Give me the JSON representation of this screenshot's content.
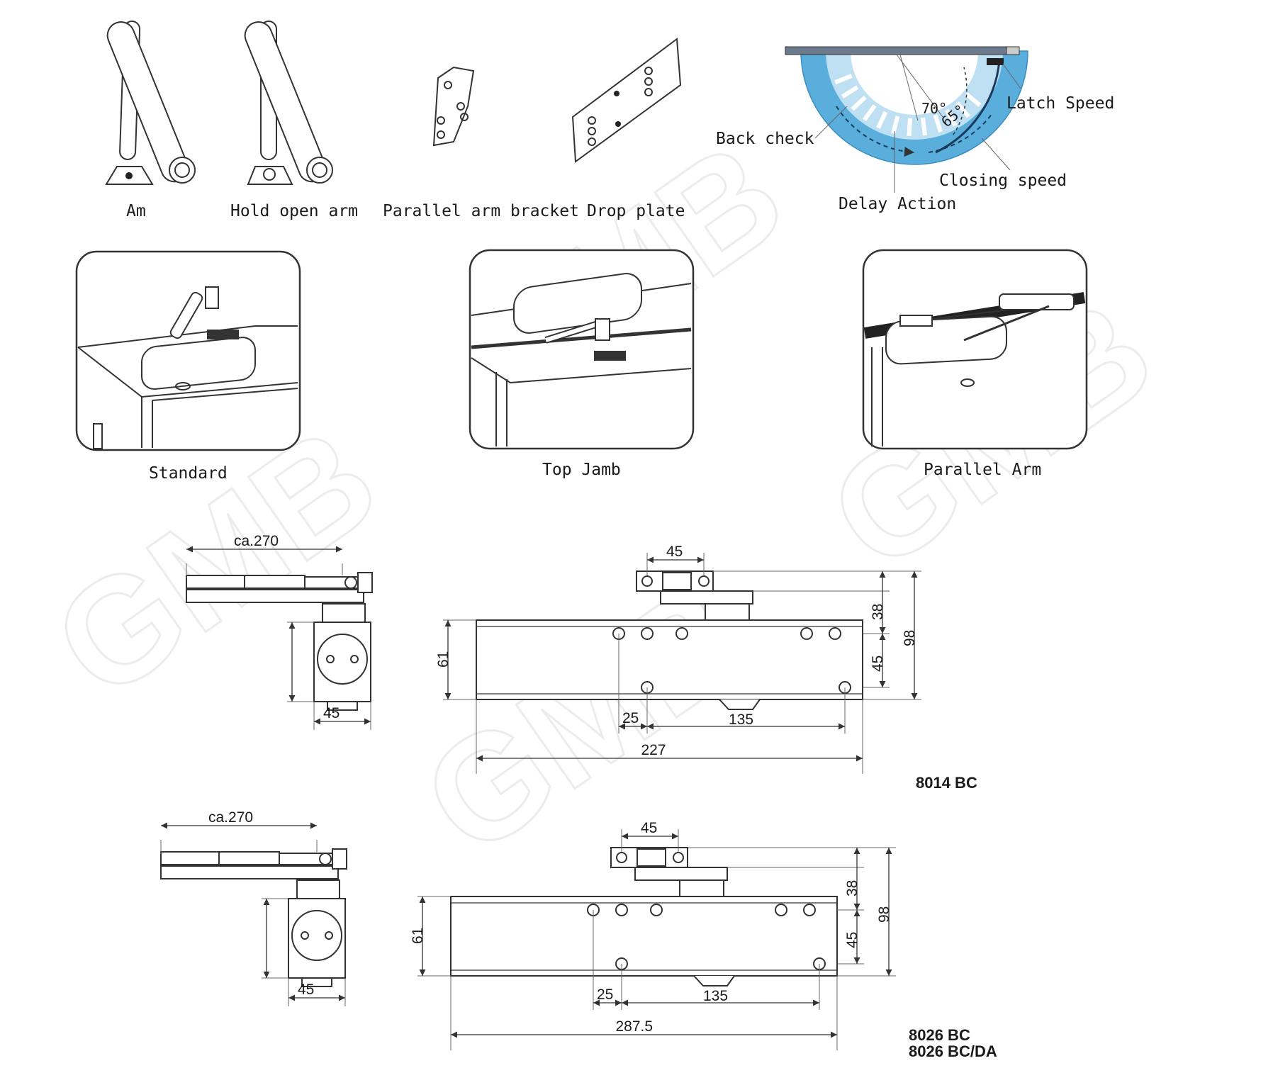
{
  "accessories": [
    {
      "label": "Am"
    },
    {
      "label": "Hold open arm"
    },
    {
      "label": "Parallel arm bracket"
    },
    {
      "label": "Drop plate"
    }
  ],
  "valve_diagram": {
    "labels": {
      "back_check": "Back check",
      "latch_speed": "Latch Speed",
      "closing_speed": "Closing speed",
      "delay_action": "Delay Action"
    },
    "angles": [
      "70°",
      "65°"
    ],
    "colors": {
      "outer": "#5aaedb",
      "inner": "#bfe0f2",
      "bar": "#6b7a8c"
    }
  },
  "installations": [
    {
      "label": "Standard"
    },
    {
      "label": "Top Jamb"
    },
    {
      "label": "Parallel Arm"
    }
  ],
  "drawings": [
    {
      "model": [
        "8014 BC"
      ],
      "dims": {
        "arm": "ca.270",
        "top": "45",
        "side_w": "45",
        "h38": "38",
        "h45": "45",
        "h98": "98",
        "h61": "61",
        "d25": "25",
        "d135": "135",
        "length": "227"
      }
    },
    {
      "model": [
        "8026 BC",
        "8026 BC/DA"
      ],
      "dims": {
        "arm": "ca.270",
        "top": "45",
        "side_w": "45",
        "h38": "38",
        "h45": "45",
        "h98": "98",
        "h61": "61",
        "d25": "25",
        "d135": "135",
        "length": "287.5"
      }
    }
  ],
  "watermark": "GMB"
}
